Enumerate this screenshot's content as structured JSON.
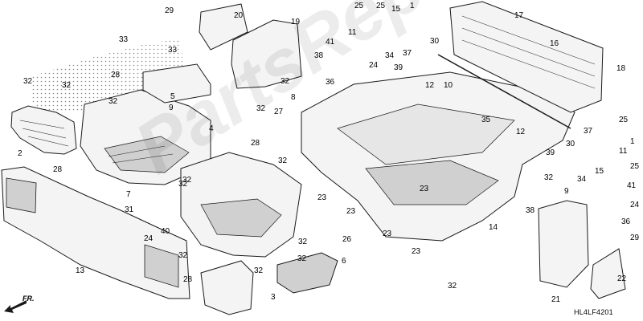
{
  "diagram_code": "HL4LF4201",
  "front_label": "FR.",
  "watermark_text": "PartsRepublik",
  "colors": {
    "line": "#1a1a1a",
    "part_fill": "#f4f4f4",
    "part_shade": "#d0d0d0",
    "dots": "#8a8a8a"
  },
  "callouts": [
    {
      "id": "n29a",
      "label": "29"
    },
    {
      "id": "n20",
      "label": "20"
    },
    {
      "id": "n33a",
      "label": "33"
    },
    {
      "id": "n33b",
      "label": "33"
    },
    {
      "id": "n5",
      "label": "5"
    },
    {
      "id": "n28a",
      "label": "28"
    },
    {
      "id": "n32a",
      "label": "32"
    },
    {
      "id": "n32b",
      "label": "32"
    },
    {
      "id": "n32c",
      "label": "32"
    },
    {
      "id": "n2",
      "label": "2"
    },
    {
      "id": "n28b",
      "label": "28"
    },
    {
      "id": "n9a",
      "label": "9"
    },
    {
      "id": "n32d",
      "label": "32"
    },
    {
      "id": "n4",
      "label": "4"
    },
    {
      "id": "n28c",
      "label": "28"
    },
    {
      "id": "n19",
      "label": "19"
    },
    {
      "id": "n41a",
      "label": "41"
    },
    {
      "id": "n38a",
      "label": "38"
    },
    {
      "id": "n32e",
      "label": "32"
    },
    {
      "id": "n8",
      "label": "8"
    },
    {
      "id": "n27",
      "label": "27"
    },
    {
      "id": "n32f",
      "label": "32"
    },
    {
      "id": "n32g",
      "label": "32"
    },
    {
      "id": "n25a",
      "label": "25"
    },
    {
      "id": "n11a",
      "label": "11"
    },
    {
      "id": "n25b",
      "label": "25"
    },
    {
      "id": "n15a",
      "label": "15"
    },
    {
      "id": "n1a",
      "label": "1"
    },
    {
      "id": "n30a",
      "label": "30"
    },
    {
      "id": "n37a",
      "label": "37"
    },
    {
      "id": "n24a",
      "label": "24"
    },
    {
      "id": "n34a",
      "label": "34"
    },
    {
      "id": "n36a",
      "label": "36"
    },
    {
      "id": "n39a",
      "label": "39"
    },
    {
      "id": "n12a",
      "label": "12"
    },
    {
      "id": "n10",
      "label": "10"
    },
    {
      "id": "n17",
      "label": "17"
    },
    {
      "id": "n16",
      "label": "16"
    },
    {
      "id": "n18",
      "label": "18"
    },
    {
      "id": "n35",
      "label": "35"
    },
    {
      "id": "n25c",
      "label": "25"
    },
    {
      "id": "n37b",
      "label": "37"
    },
    {
      "id": "n12b",
      "label": "12"
    },
    {
      "id": "n1b",
      "label": "1"
    },
    {
      "id": "n39b",
      "label": "39"
    },
    {
      "id": "n30b",
      "label": "30"
    },
    {
      "id": "n11b",
      "label": "11"
    },
    {
      "id": "n15b",
      "label": "15"
    },
    {
      "id": "n25d",
      "label": "25"
    },
    {
      "id": "n34b",
      "label": "34"
    },
    {
      "id": "n41b",
      "label": "41"
    },
    {
      "id": "n24b",
      "label": "24"
    },
    {
      "id": "n36b",
      "label": "36"
    },
    {
      "id": "n32h",
      "label": "32"
    },
    {
      "id": "n9b",
      "label": "9"
    },
    {
      "id": "n38b",
      "label": "38"
    },
    {
      "id": "n23a",
      "label": "23"
    },
    {
      "id": "n23b",
      "label": "23"
    },
    {
      "id": "n23c",
      "label": "23"
    },
    {
      "id": "n23d",
      "label": "23"
    },
    {
      "id": "n23e",
      "label": "23"
    },
    {
      "id": "n14",
      "label": "14"
    },
    {
      "id": "n7",
      "label": "7"
    },
    {
      "id": "n32i",
      "label": "32"
    },
    {
      "id": "n31",
      "label": "31"
    },
    {
      "id": "n24c",
      "label": "24"
    },
    {
      "id": "n40",
      "label": "40"
    },
    {
      "id": "n32j",
      "label": "32"
    },
    {
      "id": "n32k",
      "label": "32"
    },
    {
      "id": "n26",
      "label": "26"
    },
    {
      "id": "n6",
      "label": "6"
    },
    {
      "id": "n13",
      "label": "13"
    },
    {
      "id": "n32l",
      "label": "32"
    },
    {
      "id": "n28d",
      "label": "28"
    },
    {
      "id": "n32m",
      "label": "32"
    },
    {
      "id": "n3",
      "label": "3"
    },
    {
      "id": "n32n",
      "label": "32"
    },
    {
      "id": "n21",
      "label": "21"
    },
    {
      "id": "n29b",
      "label": "29"
    },
    {
      "id": "n22",
      "label": "22"
    }
  ]
}
